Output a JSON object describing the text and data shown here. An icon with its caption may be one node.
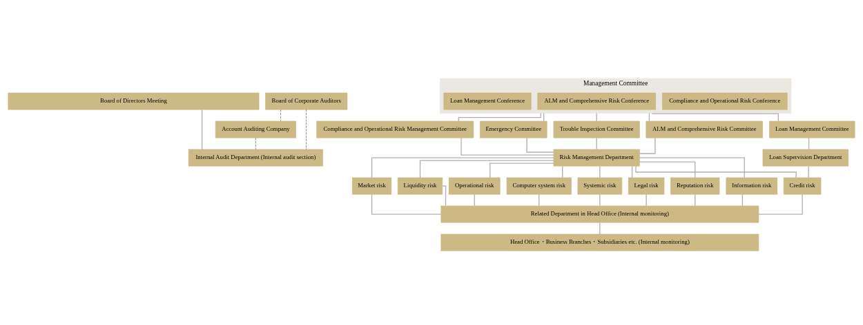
{
  "diagram": {
    "nodes": [
      {
        "text": [
          "Board of Directors Meeting"
        ]
      },
      {
        "text": [
          "Management Committee"
        ]
      },
      {
        "text": [
          "Compliance and Operational Risk Conference"
        ],
        "in": 1
      },
      {
        "text": [
          "ALM and Comprehensive Risk Conference"
        ],
        "in": 1
      },
      {
        "text": [
          "Loan Management Conference"
        ],
        "in": 1
      },
      {
        "text": [
          "Board of Corporate Auditors"
        ]
      },
      {
        "text": [
          "Account Auditing Company"
        ]
      },
      {
        "text": [
          "Compliance and Operational Risk Management Committee"
        ]
      },
      {
        "text": [
          "Emergency Committee"
        ]
      },
      {
        "text": [
          "Trouble Inspection Committee"
        ]
      },
      {
        "text": [
          "ALM and Comprehensive Risk Committee"
        ]
      },
      {
        "text": [
          "Loan Management Committee"
        ]
      },
      {
        "text": [
          "Internal Audit Department (Internal audit section)"
        ]
      },
      {
        "text": [
          "Risk Management Department"
        ]
      },
      {
        "text": [
          "Loan Supervision Department"
        ]
      },
      {
        "text": [
          "Market risk"
        ]
      },
      {
        "text": [
          "Liquidity risk"
        ]
      },
      {
        "text": [
          "Operational risk"
        ]
      },
      {
        "text": [
          "Computer system risk"
        ]
      },
      {
        "text": [
          "Systemic risk"
        ]
      },
      {
        "text": [
          "Legal risk"
        ]
      },
      {
        "text": [
          "Reputation risk"
        ]
      },
      {
        "text": [
          "Information risk"
        ]
      },
      {
        "text": [
          "Credit risk"
        ]
      },
      {
        "text": [
          "Related Department in Head Office (Internal monitoring)"
        ]
      },
      {
        "text": [
          "Head Office・Business Branches・Subsidiaries etc. (Internal monitoring)"
        ]
      }
    ],
    "edges": [
      {
        "from": 0,
        "to": 12,
        "arrow": "none"
      },
      {
        "from": 5,
        "to": 12,
        "arrow": "none",
        "style": "dashed",
        "color": "#555555"
      },
      {
        "from": 5,
        "to": 6,
        "arrow": "none",
        "style": "dashed",
        "color": "#555555"
      },
      {
        "from": 6,
        "to": 12,
        "arrow": "none",
        "style": "dashed",
        "color": "#555555"
      },
      {
        "from": 1,
        "to": 7,
        "arrow": "none"
      },
      {
        "from": 1,
        "to": 8,
        "arrow": "none"
      },
      {
        "from": 1,
        "to": 9,
        "arrow": "none"
      },
      {
        "from": 1,
        "to": 10,
        "arrow": "none"
      },
      {
        "from": 1,
        "to": 11,
        "arrow": "none"
      },
      {
        "from": 7,
        "to": 13,
        "arrow": "none"
      },
      {
        "from": 8,
        "to": 13,
        "arrow": "none"
      },
      {
        "from": 9,
        "to": 13,
        "arrow": "none"
      },
      {
        "from": 10,
        "to": 13,
        "arrow": "none"
      },
      {
        "from": 11,
        "to": 14,
        "arrow": "none"
      },
      {
        "from": 13,
        "to": 15,
        "arrow": "none"
      },
      {
        "from": 13,
        "to": 16,
        "arrow": "none"
      },
      {
        "from": 13,
        "to": 17,
        "arrow": "none"
      },
      {
        "from": 13,
        "to": 18,
        "arrow": "none"
      },
      {
        "from": 13,
        "to": 19,
        "arrow": "none"
      },
      {
        "from": 13,
        "to": 20,
        "arrow": "none"
      },
      {
        "from": 13,
        "to": 21,
        "arrow": "none"
      },
      {
        "from": 13,
        "to": 22,
        "arrow": "none"
      },
      {
        "from": 13,
        "to": 23,
        "arrow": "none"
      },
      {
        "from": 14,
        "to": 23,
        "arrow": "none"
      },
      {
        "from": 15,
        "to": 24,
        "arrow": "none"
      },
      {
        "from": 16,
        "to": 24,
        "arrow": "none"
      },
      {
        "from": 17,
        "to": 24,
        "arrow": "none"
      },
      {
        "from": 18,
        "to": 24,
        "arrow": "none"
      },
      {
        "from": 19,
        "to": 24,
        "arrow": "none"
      },
      {
        "from": 20,
        "to": 24,
        "arrow": "none"
      },
      {
        "from": 21,
        "to": 24,
        "arrow": "none"
      },
      {
        "from": 22,
        "to": 24,
        "arrow": "none"
      },
      {
        "from": 23,
        "to": 24,
        "arrow": "none"
      },
      {
        "from": 24,
        "to": 25,
        "arrow": "none"
      }
    ]
  }
}
